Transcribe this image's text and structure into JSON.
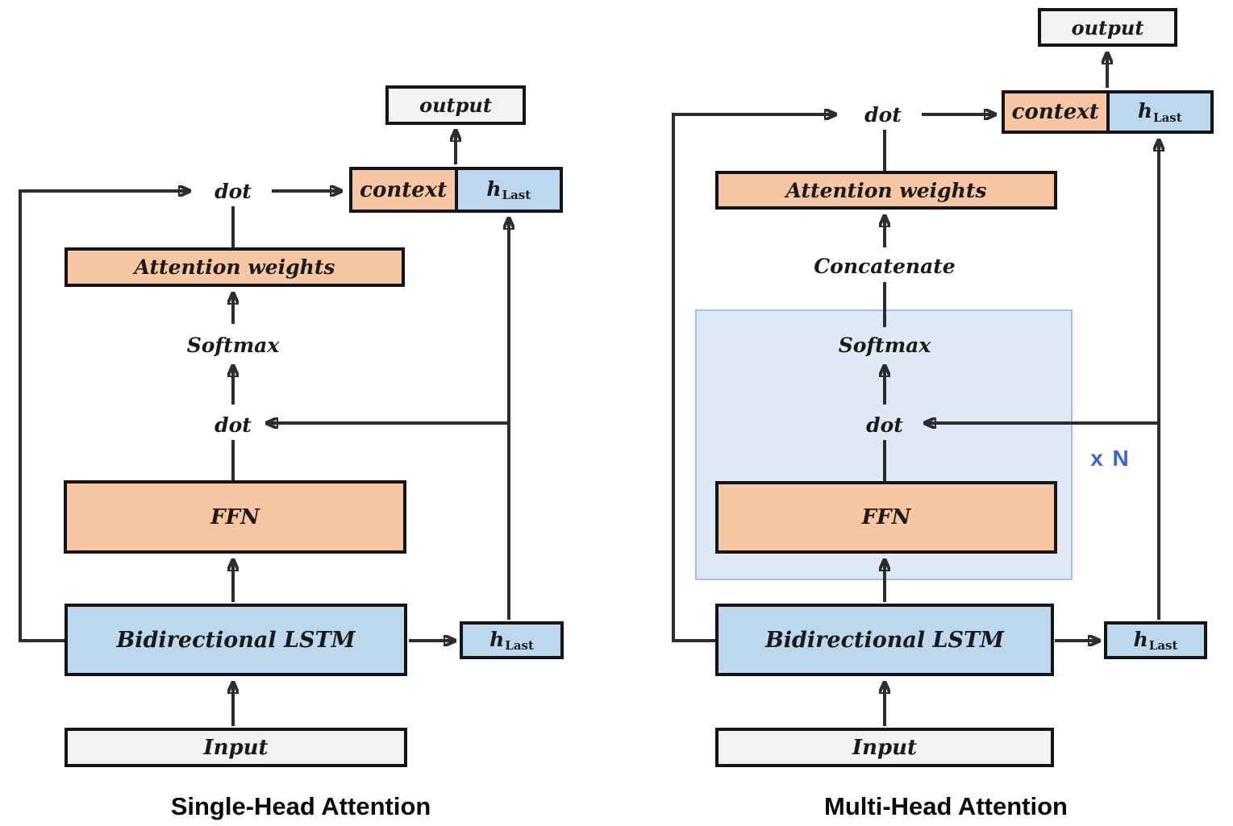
{
  "colors": {
    "orange": "#F7C6A2",
    "blue": "#BDD7EE",
    "gray_box": "#F2F2F2",
    "panel_fill": "#DFE9F6",
    "panel_border": "#A9BDE9",
    "line": "#2D2D2D",
    "border": "#151515",
    "repeat_label": "#3B63D8",
    "text": "#1A1A1A"
  },
  "left": {
    "title": "Single-Head Attention",
    "output": "output",
    "dot_top": "dot",
    "context": "context",
    "h_last_top": {
      "main": "h",
      "sub": "Last"
    },
    "attention_weights": "Attention weights",
    "softmax": "Softmax",
    "dot_mid": "dot",
    "ffn": "FFN",
    "lstm": "Bidirectional LSTM",
    "h_last": {
      "main": "h",
      "sub": "Last"
    },
    "input": "Input"
  },
  "right": {
    "title": "Multi-Head Attention",
    "output": "output",
    "dot_top": "dot",
    "context": "context",
    "h_last_top": {
      "main": "h",
      "sub": "Last"
    },
    "attention_weights": "Attention weights",
    "concatenate": "Concatenate",
    "softmax": "Softmax",
    "dot_mid": "dot",
    "repeat_label": "x N",
    "ffn": "FFN",
    "lstm": "Bidirectional LSTM",
    "h_last": {
      "main": "h",
      "sub": "Last"
    },
    "input": "Input"
  }
}
